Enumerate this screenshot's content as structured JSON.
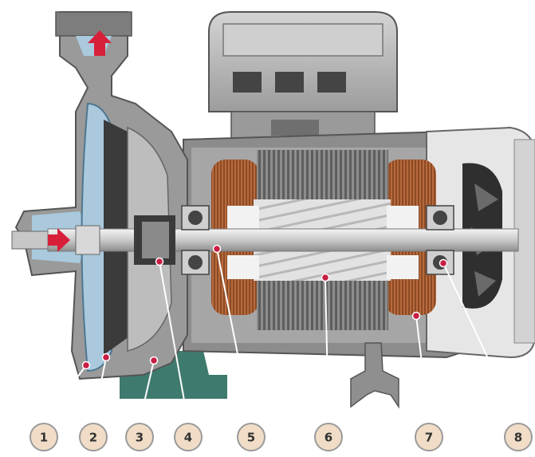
{
  "colors": {
    "body_gray": "#b9b9b9",
    "body_dark": "#6f6f6f",
    "base_teal": "#3f7a6f",
    "water_blue": "#aac9dd",
    "copper": "#b76a3c",
    "flow_arrow": "#d81f3a",
    "marker": "#c81e44",
    "callout_fill": "#f1ddc7",
    "callout_stroke": "#9a9a9a"
  },
  "icons": {
    "inlet_arrow": "flow-arrow-right-icon",
    "outlet_arrow": "flow-arrow-up-icon"
  },
  "callouts": [
    {
      "label": "1"
    },
    {
      "label": "2"
    },
    {
      "label": "3"
    },
    {
      "label": "4"
    },
    {
      "label": "5"
    },
    {
      "label": "6"
    },
    {
      "label": "7"
    },
    {
      "label": "8"
    }
  ]
}
